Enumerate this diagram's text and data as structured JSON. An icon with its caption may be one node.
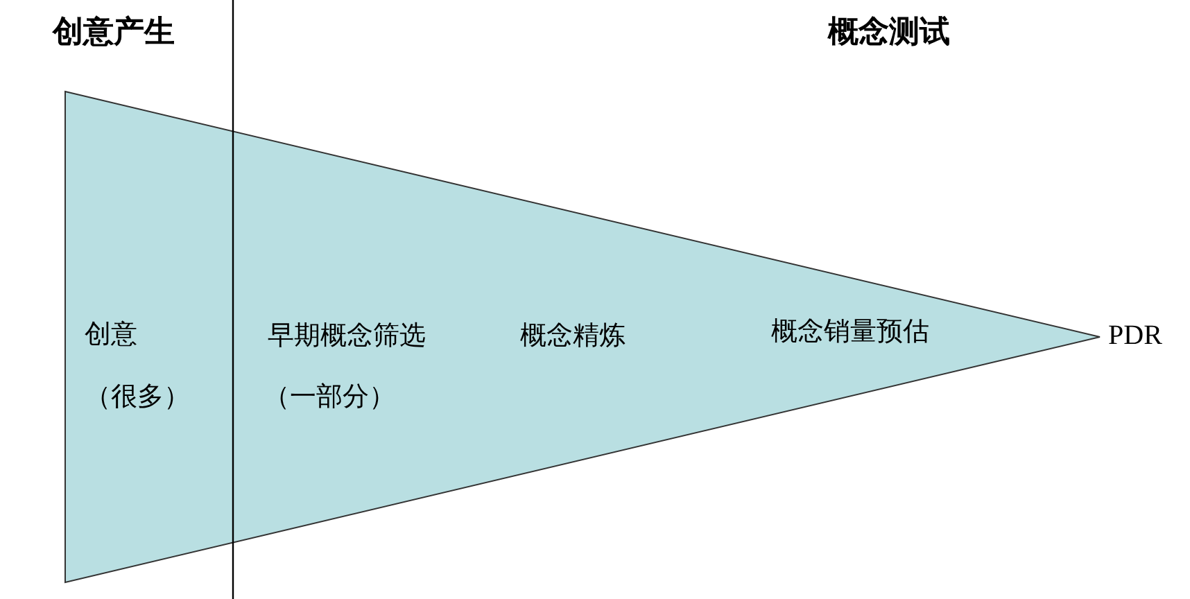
{
  "diagram": {
    "nodes": [
      {
        "text": [
          "创意",
          "（很多）",
          "早期概念筛选",
          "（一部分）",
          "概念精炼",
          "概念销量预估"
        ],
        "beside": [
          "PDR"
        ]
      }
    ],
    "labels": [
      "创意产生",
      "概念测试"
    ]
  }
}
